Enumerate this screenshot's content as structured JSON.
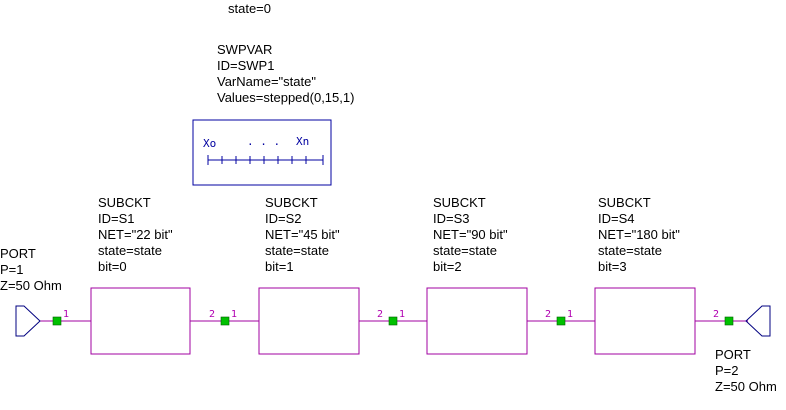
{
  "variable": "state=0",
  "swpvar": {
    "lines": [
      "SWPVAR",
      "ID=SWP1",
      "VarName=\"state\"",
      "Values=stepped(0,15,1)"
    ],
    "symbol_left": "Xo",
    "symbol_dots": ". . .",
    "symbol_right": "Xn"
  },
  "port_in": {
    "lines": [
      "PORT",
      "P=1",
      "Z=50 Ohm"
    ],
    "pin": "1"
  },
  "port_out": {
    "lines": [
      "PORT",
      "P=2",
      "Z=50 Ohm"
    ],
    "pin": "2"
  },
  "subckts": [
    {
      "lines": [
        "SUBCKT",
        "ID=S1",
        "NET=\"22 bit\"",
        "state=state",
        "bit=0"
      ],
      "pin_in": "1",
      "pin_out": "2"
    },
    {
      "lines": [
        "SUBCKT",
        "ID=S2",
        "NET=\"45 bit\"",
        "state=state",
        "bit=1"
      ],
      "pin_in": "1",
      "pin_out": "2"
    },
    {
      "lines": [
        "SUBCKT",
        "ID=S3",
        "NET=\"90 bit\"",
        "state=state",
        "bit=2"
      ],
      "pin_in": "1",
      "pin_out": "2"
    },
    {
      "lines": [
        "SUBCKT",
        "ID=S4",
        "NET=\"180 bit\"",
        "state=state",
        "bit=3"
      ],
      "pin_in": "1",
      "pin_out": "2"
    }
  ],
  "colors": {
    "wire": "#a000a0",
    "node": "#00c000",
    "swpvar_border": "#0000a0",
    "port_symbol": "#000080",
    "pin_label": "#b000b0"
  }
}
